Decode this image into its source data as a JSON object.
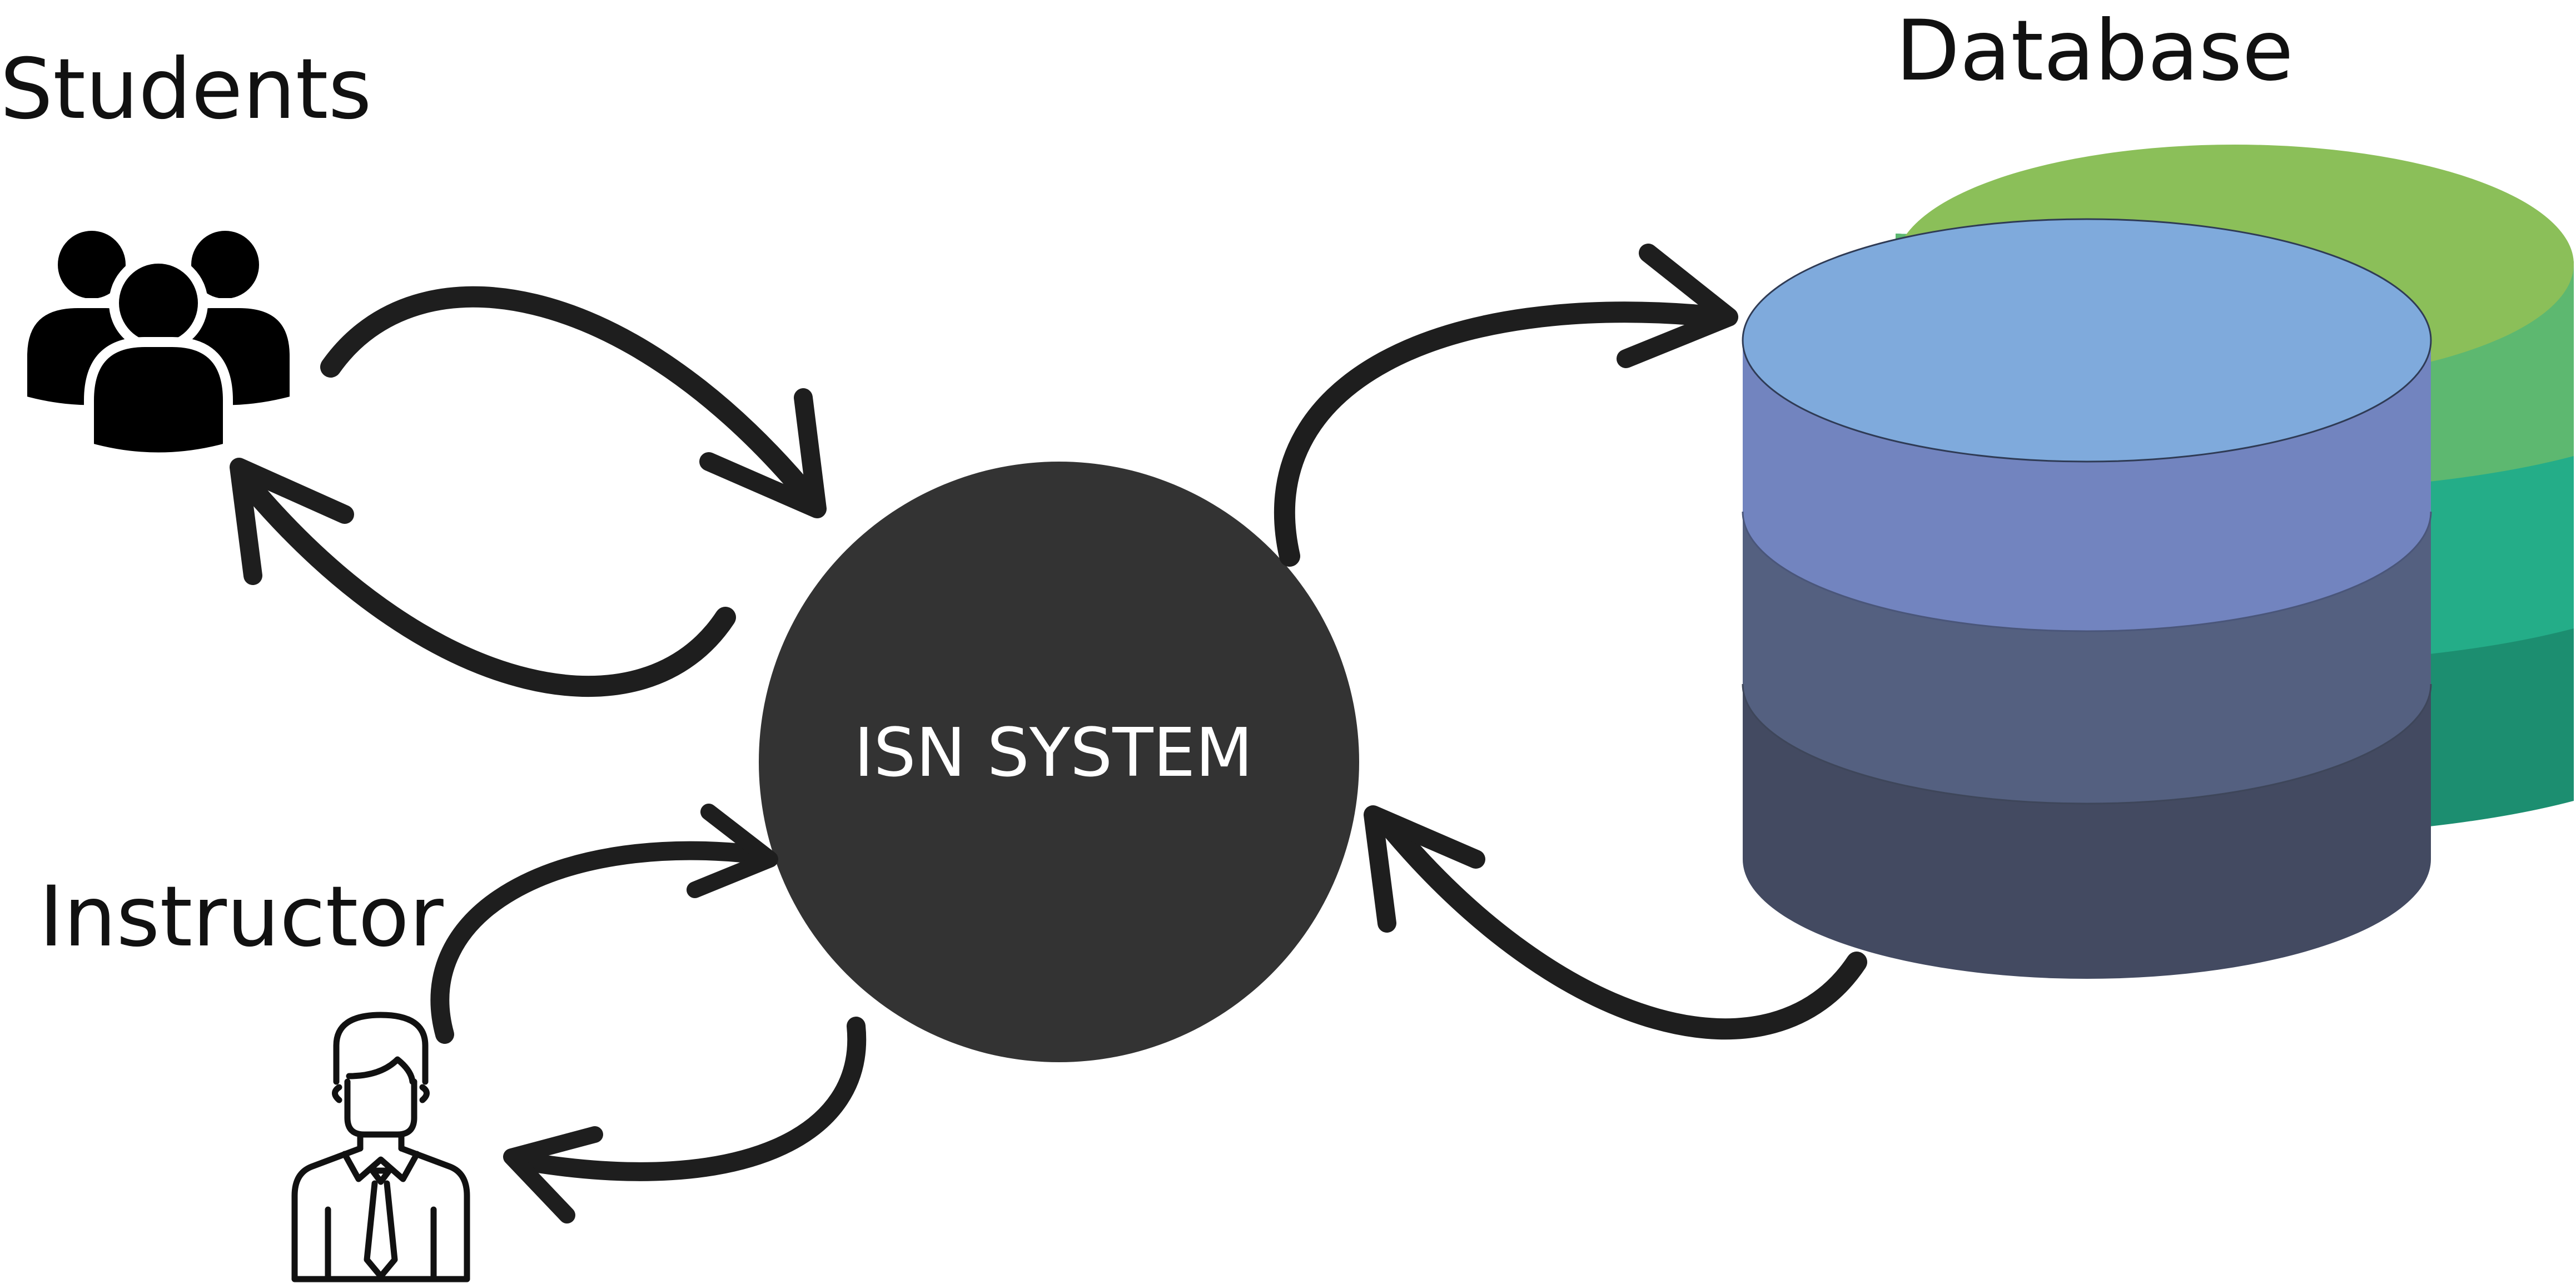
{
  "labels": {
    "students": "Students",
    "database": "Database",
    "instructor": "Instructor",
    "system": "ISN SYSTEM"
  },
  "colors": {
    "ink": "#1e1e1e",
    "system_circle": "#333333",
    "db_top": "#7faadc",
    "db_band1": "#7284bf",
    "db_band2": "#546080",
    "db_band3": "#434a61",
    "db_back_top": "#8bbf59",
    "db_back_band1": "#5db870",
    "db_back_band2": "#24ad88",
    "db_back_band3": "#1c8e70"
  },
  "icons": {
    "students": "students-group-icon",
    "instructor": "instructor-person-icon",
    "database": "database-cylinder-icon"
  }
}
